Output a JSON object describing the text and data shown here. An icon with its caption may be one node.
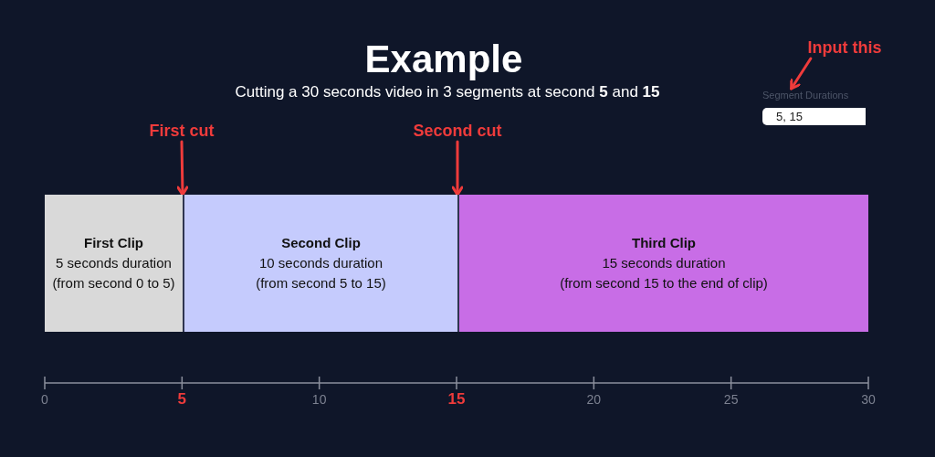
{
  "diagram": {
    "title": "Example",
    "nodes": [
      {
        "text": [
          "First cut"
        ]
      },
      {
        "text": [
          "Second cut"
        ]
      },
      {
        "text": [
          "Input this"
        ]
      },
      {
        "text": [
          "Segment Durations",
          "5, 15"
        ]
      },
      {
        "text": [
          "First Clip",
          "5 seconds duration",
          "(from second 0 to 5)"
        ]
      },
      {
        "text": [
          "Second Clip",
          "10 seconds duration",
          "(from second 5 to 15)"
        ]
      },
      {
        "text": [
          "Third Clip",
          "15 seconds duration",
          "(from second 15 to the end of clip)"
        ]
      }
    ],
    "edges": [
      {
        "from": 0,
        "to": 4,
        "arrow": "to"
      },
      {
        "from": 1,
        "to": 5,
        "arrow": "to"
      },
      {
        "from": 2,
        "to": 3,
        "arrow": "to"
      }
    ],
    "labels": [
      "Cutting a 30 seconds video in 3 segments at second **5** and **15**",
      "0",
      "5",
      "10",
      "15",
      "20",
      "25",
      "30"
    ]
  }
}
